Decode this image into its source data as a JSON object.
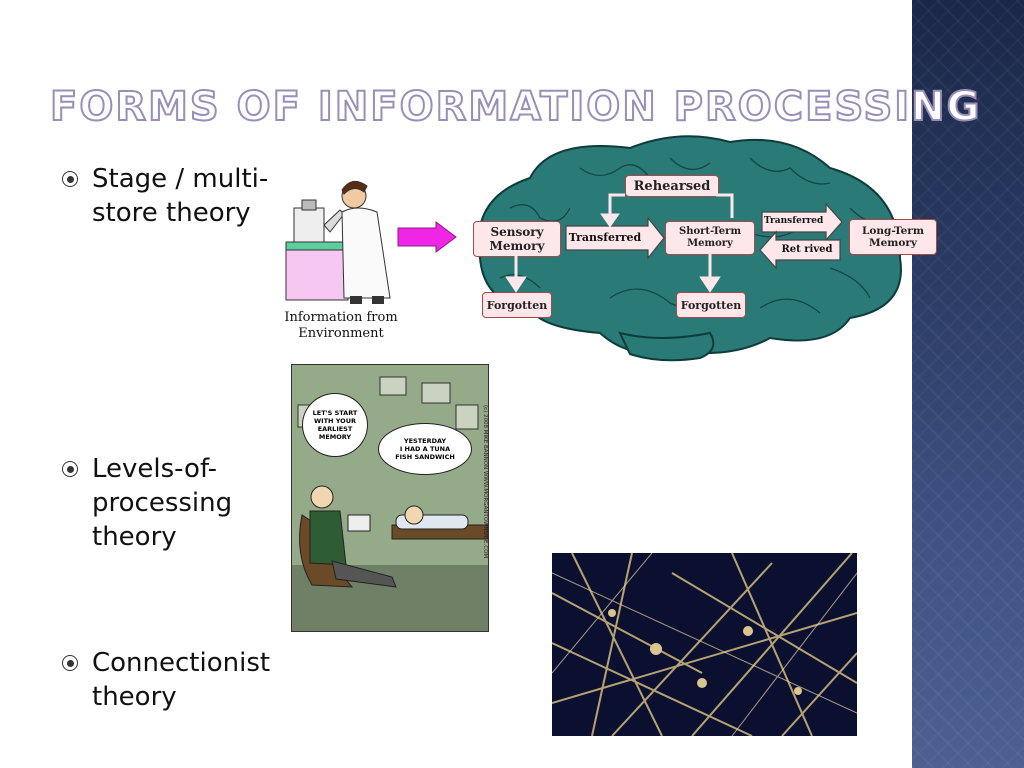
{
  "slide": {
    "title": "Forms of Information Processing",
    "bullets": [
      {
        "text": "Stage / multi-\nstore theory"
      },
      {
        "text": "Levels-of-\nprocessing\ntheory"
      },
      {
        "text": "Connectionist\ntheory"
      }
    ]
  },
  "scientist_figure": {
    "caption": "Information from\nEnvironment"
  },
  "memory_diagram": {
    "rehearsed": "Rehearsed",
    "sensory": "Sensory\nMemory",
    "transferred_1": "Transferred",
    "short_term": "Short-Term\nMemory",
    "transferred_2": "Transferred",
    "retrieved": "Ret rived",
    "long_term": "Long-Term\nMemory",
    "forgotten_1": "Forgotten",
    "forgotten_2": "Forgotten"
  },
  "cartoon": {
    "bubble_1": "LET'S START\nWITH YOUR\nEARLIEST\nMEMORY",
    "bubble_2": "YESTERDAY\nI HAD A TUNA\nFISH SANDWICH",
    "credit": "(c) 2008 MIKE BANNON  WWW.MORGANTOWNSIDE.COM"
  },
  "colors": {
    "brain": "#2a7a78",
    "box_fill": "#fde7ea",
    "box_border": "#a84848",
    "arrow_magenta": "#f026e6",
    "sidebar": "#2a3a62"
  }
}
